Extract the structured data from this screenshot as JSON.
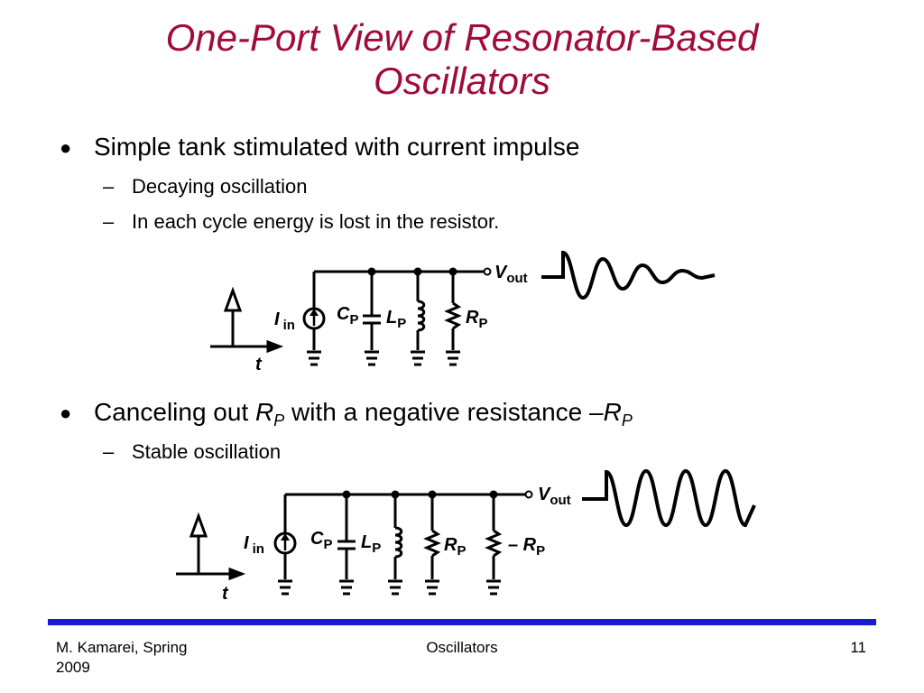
{
  "title": {
    "line1": "One-Port View of Resonator-Based",
    "line2": "Oscillators"
  },
  "bullets": [
    {
      "text": "Simple tank stimulated with current impulse",
      "subs": [
        "Decaying oscillation",
        "In each cycle energy is lost in the resistor."
      ]
    },
    {
      "text_before": "Canceling out ",
      "r": "R",
      "p": "P",
      "text_middle": " with a negative resistance –",
      "r2": "R",
      "p2": "P",
      "subs": [
        "Stable oscillation"
      ]
    }
  ],
  "circuit1": {
    "vout": "V",
    "vout_sub": "out",
    "iin": "I",
    "iin_sub": "in",
    "cp": "C",
    "cp_sub": "P",
    "lp": "L",
    "lp_sub": "P",
    "rp": "R",
    "rp_sub": "P",
    "t": "t"
  },
  "circuit2": {
    "vout": "V",
    "vout_sub": "out",
    "iin": "I",
    "iin_sub": "in",
    "cp": "C",
    "cp_sub": "P",
    "lp": "L",
    "lp_sub": "P",
    "rp": "R",
    "rp_sub": "P",
    "nrp": "– R",
    "nrp_sub": "P",
    "t": "t"
  },
  "footer": {
    "left_line1": "M. Kamarei, Spring",
    "left_line2": "2009",
    "center": "Oscillators",
    "page": "11"
  }
}
